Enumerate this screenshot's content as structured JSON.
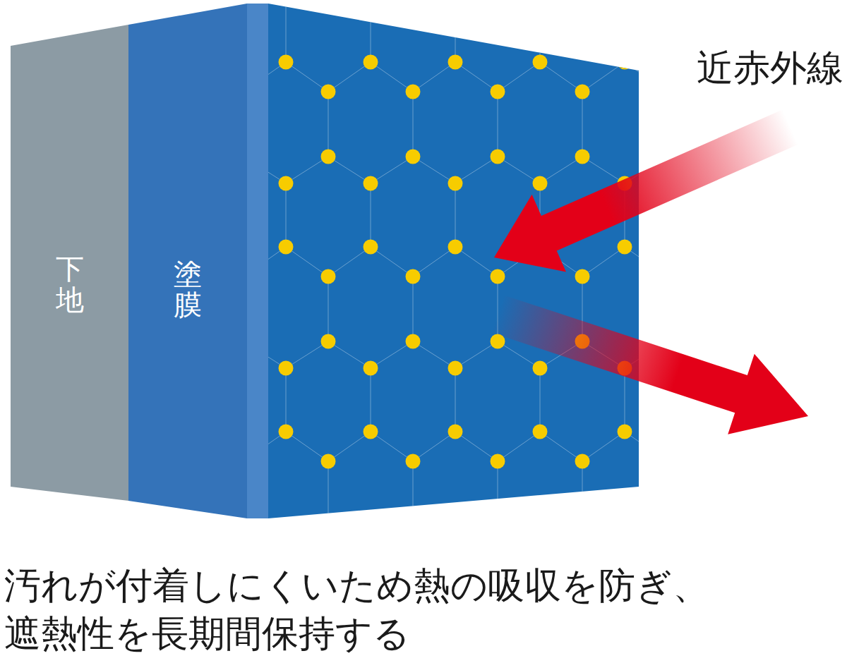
{
  "diagram": {
    "caption": "汚れが付着しにくいため熱の吸収を防ぎ、 遮熱性を長期間保持する",
    "nodes": [
      {
        "text": [
          "下地"
        ]
      },
      {
        "text": [
          "塗膜"
        ]
      }
    ],
    "labels": [
      "近赤外線"
    ]
  }
}
